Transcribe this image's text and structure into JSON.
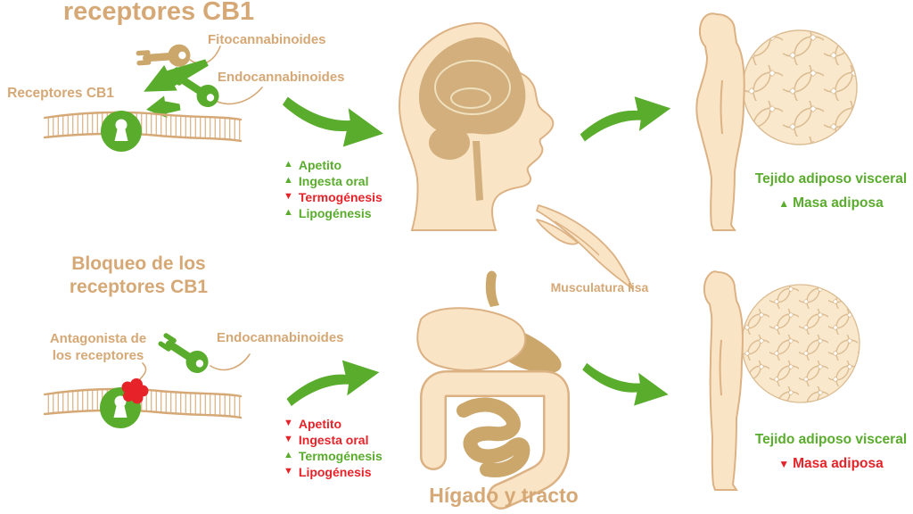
{
  "palette": {
    "green": "#5AAC2D",
    "red": "#E62329",
    "tan": "#D5A876",
    "skin": "#F9E5C6",
    "organ_dark": "#CBA76C"
  },
  "activation": {
    "title": "receptores CB1",
    "fito_label": "Fitocannabinoides",
    "endo_label": "Endocannabinoides",
    "receptor_label": "Receptores CB1",
    "effects": [
      {
        "text": "Apetito",
        "arrow": "▲",
        "direction": "up",
        "color": "green"
      },
      {
        "text": "Ingesta oral",
        "arrow": "▲",
        "direction": "up",
        "color": "green"
      },
      {
        "text": "Termogénesis",
        "arrow": "▼",
        "direction": "down",
        "color": "red"
      },
      {
        "text": "Lipogénesis",
        "arrow": "▲",
        "direction": "up",
        "color": "green"
      }
    ],
    "outcome_tissue": "Tejido adiposo visceral",
    "outcome_arrow": "▲",
    "outcome_mass": "Masa adiposa"
  },
  "blockade": {
    "title_line1": "Bloqueo de los",
    "title_line2": "receptores CB1",
    "antagonist_line1": "Antagonista de",
    "antagonist_line2": "los receptores",
    "endo_label": "Endocannabinoides",
    "effects": [
      {
        "text": "Apetito",
        "arrow": "▼",
        "direction": "down",
        "color": "red"
      },
      {
        "text": "Ingesta oral",
        "arrow": "▼",
        "direction": "down",
        "color": "red"
      },
      {
        "text": "Termogénesis",
        "arrow": "▲",
        "direction": "up",
        "color": "green"
      },
      {
        "text": "Lipogénesis",
        "arrow": "▼",
        "direction": "down",
        "color": "red"
      }
    ],
    "outcome_tissue": "Tejido adiposo visceral",
    "outcome_arrow": "▼",
    "outcome_mass": "Masa adiposa"
  },
  "organ_labels": {
    "muscle": "Musculatura lisa",
    "gut": "Hígado y tracto"
  }
}
